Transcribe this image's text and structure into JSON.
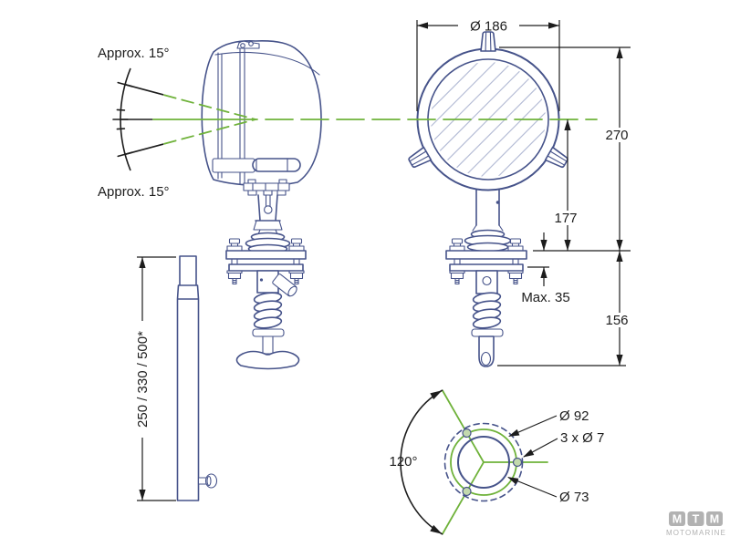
{
  "side_view": {
    "beam_angle_upper": "Approx. 15°",
    "beam_angle_lower": "Approx. 15°"
  },
  "front_view": {
    "lens_diameter": "Ø 186",
    "overall_height": "270",
    "center_height": "177",
    "max_deck_thickness": "Max. 35",
    "below_deck_length": "156"
  },
  "pole_view": {
    "pole_lengths": "250 / 330 / 500*"
  },
  "hole_pattern": {
    "spacing_angle": "120°",
    "bolt_circle_diameter": "Ø 92",
    "bolt_holes": "3 x Ø 7",
    "pipe_diameter": "Ø 73"
  },
  "logo": {
    "letters": [
      "M",
      "T",
      "M"
    ],
    "brand": "MOTOMARINE"
  },
  "colors": {
    "outline_blue": "#46538a",
    "beam_green": "#6fb23a",
    "dimension_black": "#1d1d1d",
    "logo_gray": "#b2b2b2"
  }
}
